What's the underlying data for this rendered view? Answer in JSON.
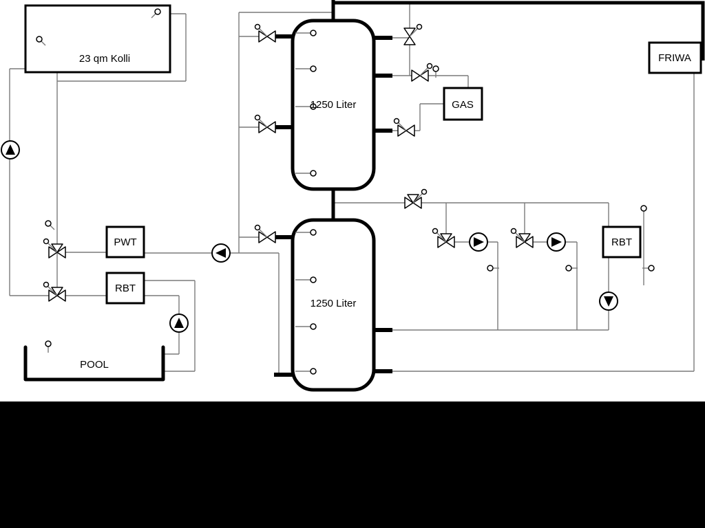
{
  "diagram": {
    "labels": {
      "collector": "23 qm Kolli",
      "tank_top": "1250 Liter",
      "tank_bottom": "1250 Liter",
      "pwt": "PWT",
      "rbt_left": "RBT",
      "rbt_right": "RBT",
      "gas": "GAS",
      "friwa": "FRIWA",
      "pool": "POOL"
    },
    "colors": {
      "background": "#ffffff",
      "thin_line": "#7a7a7a",
      "pipe": "#000000",
      "text": "#000000",
      "bottom_band": "#000000"
    }
  }
}
